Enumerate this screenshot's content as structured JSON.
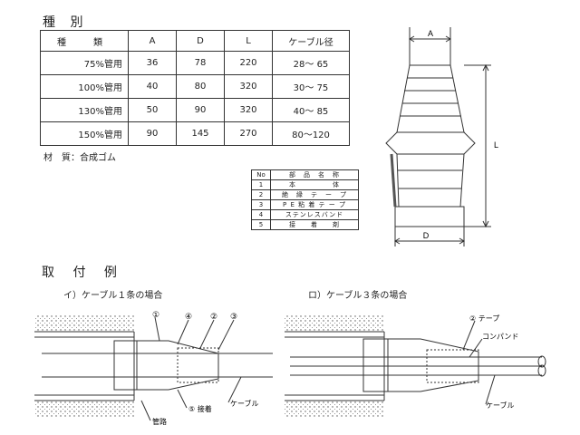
{
  "section_types": {
    "title": "種 別"
  },
  "spec_table": {
    "headers": [
      "種　類",
      "A",
      "D",
      "L",
      "ケーブル径"
    ],
    "rows": [
      [
        "75%管用",
        "36",
        "78",
        "220",
        "28〜 65"
      ],
      [
        "100%管用",
        "40",
        "80",
        "320",
        "30〜 75"
      ],
      [
        "130%管用",
        "50",
        "90",
        "320",
        "40〜 85"
      ],
      [
        "150%管用",
        "90",
        "145",
        "270",
        "80〜120"
      ]
    ]
  },
  "material": "材　質：合成ゴム",
  "parts_table": {
    "headers": [
      "No",
      "部　品　名　称"
    ],
    "rows": [
      [
        "1",
        "本　　　　　体"
      ],
      [
        "2",
        "絶　縁　テ　ー　プ"
      ],
      [
        "3",
        "P E 粘 着 テ ー プ"
      ],
      [
        "4",
        "ステンレスバンド"
      ],
      [
        "5",
        "接　　着　　剤"
      ]
    ]
  },
  "dimension_labels": {
    "a": "A",
    "d": "D",
    "l": "L"
  },
  "section_install": {
    "title": "取 付 例"
  },
  "example1": {
    "title": "イ）ケーブル１条の場合",
    "callouts": [
      "①",
      "④",
      "②",
      "③"
    ],
    "label_adhesive": "⑤ 接着",
    "label_cable": "ケーブル",
    "label_pipe": "管路"
  },
  "example2": {
    "title": "ロ）ケーブル３条の場合",
    "label_tape": "② テープ",
    "label_compound": "コンパンド",
    "label_cable": "ケーブル"
  }
}
